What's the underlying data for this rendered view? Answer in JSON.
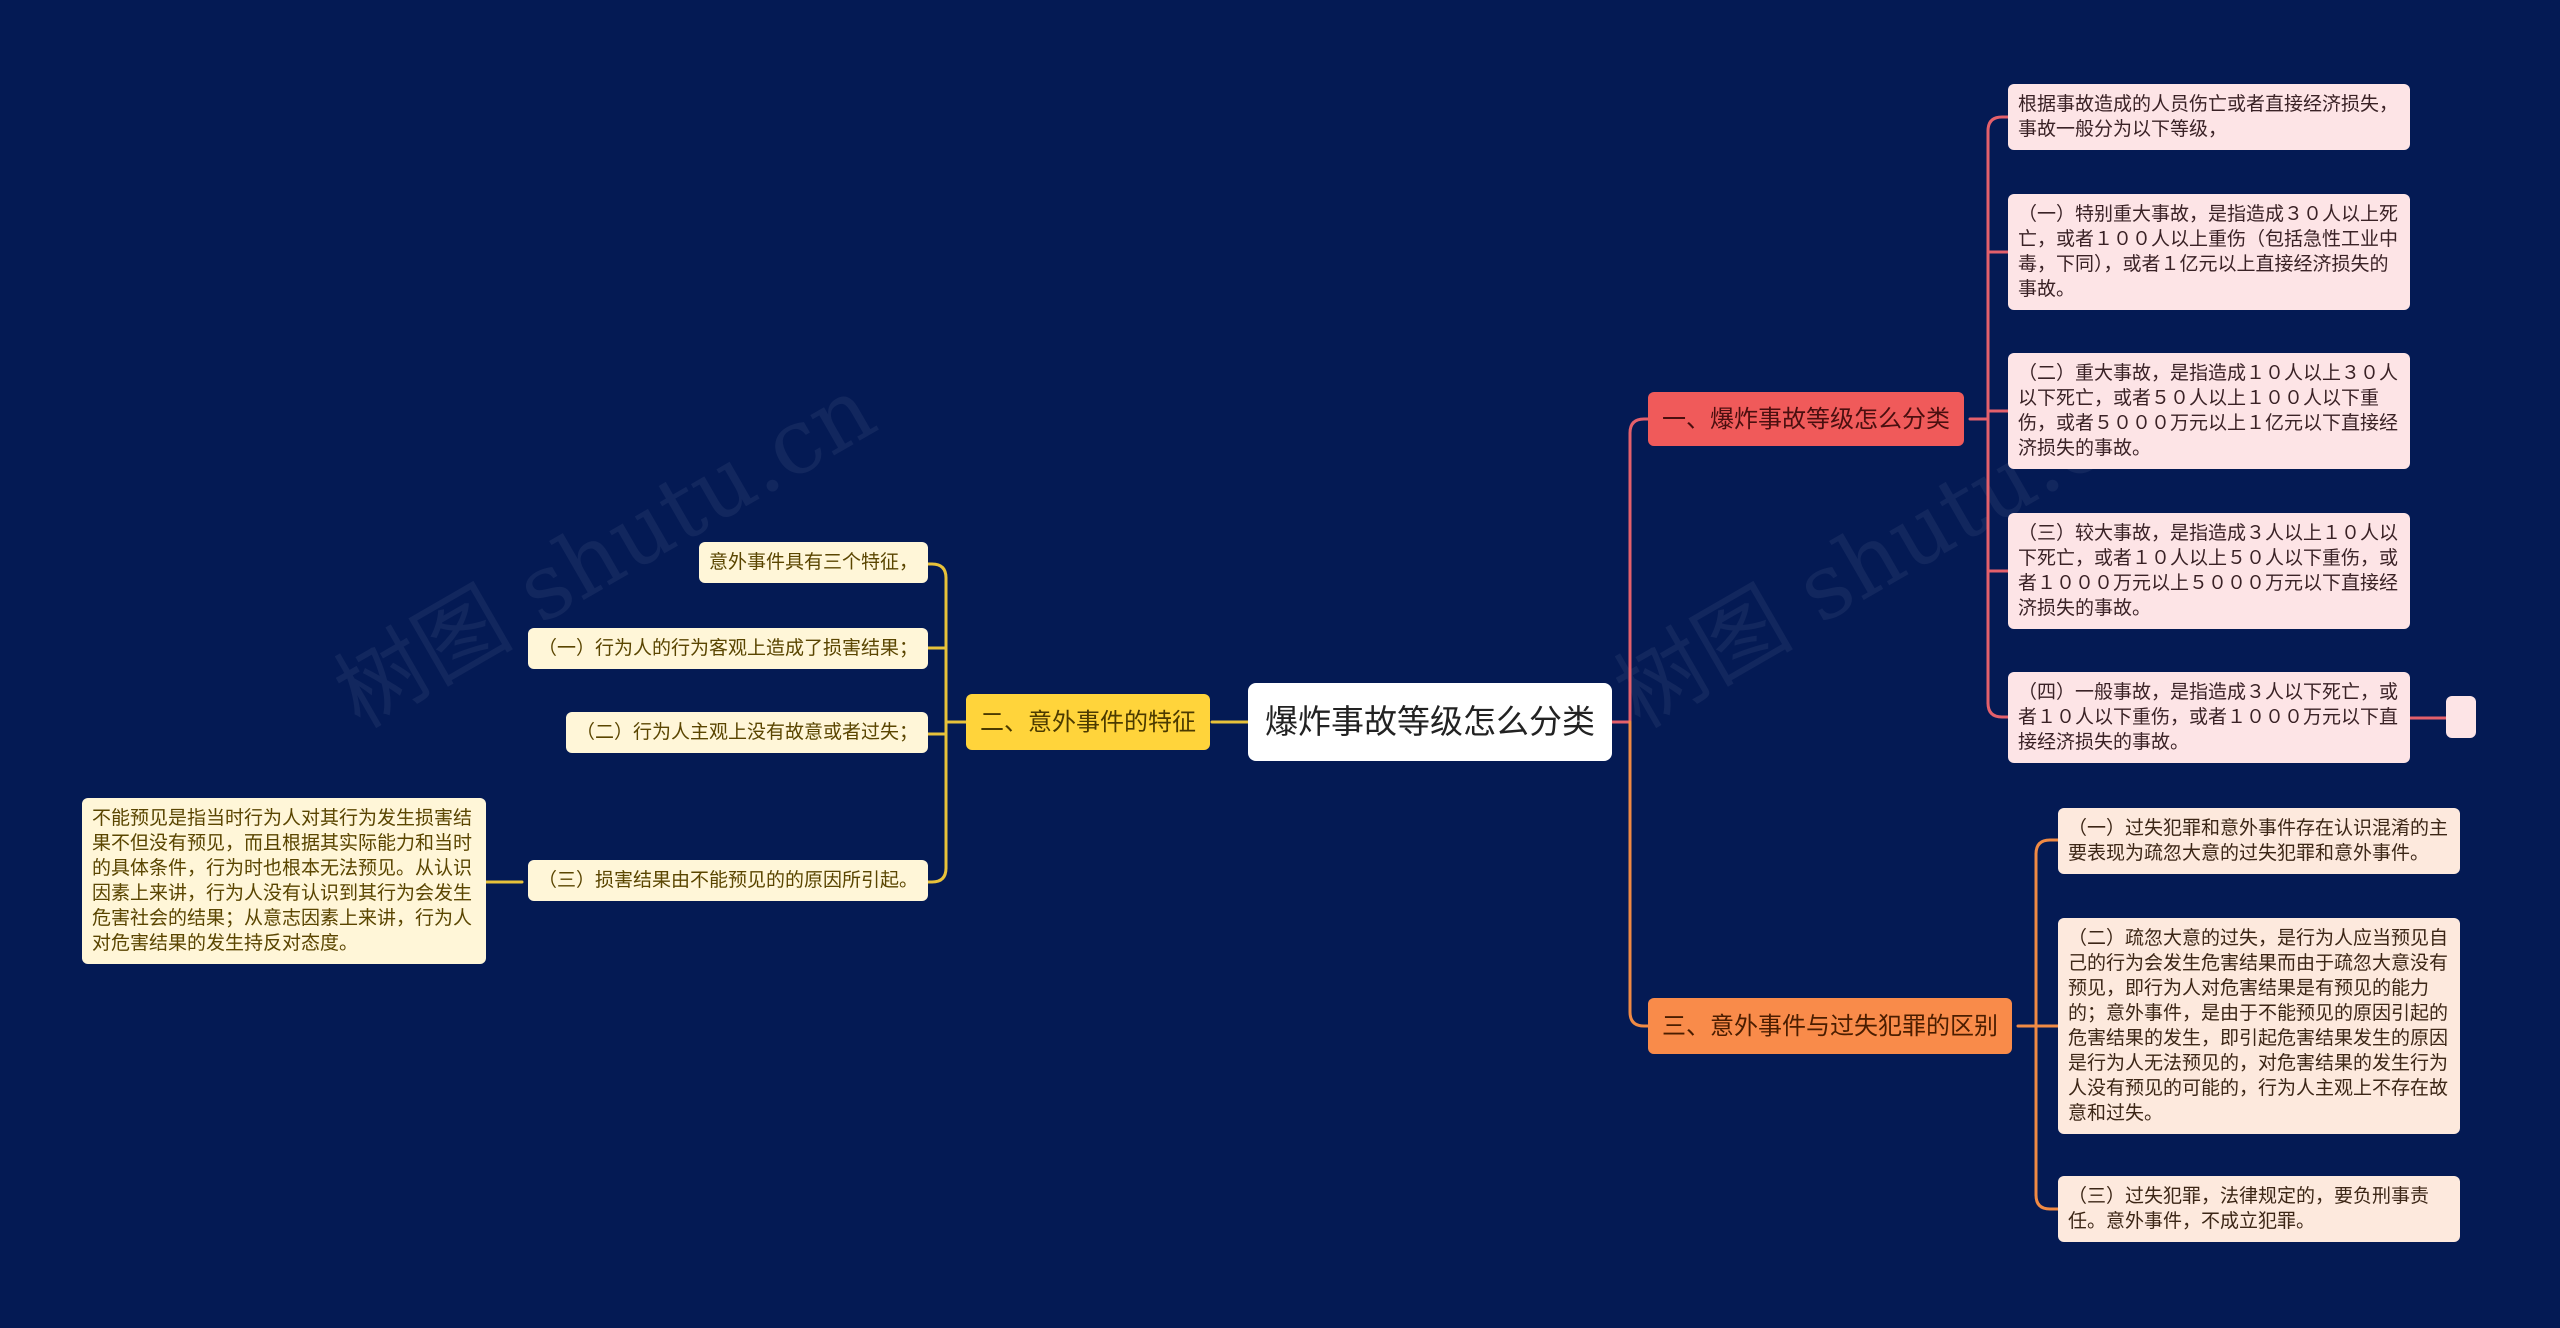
{
  "root": {
    "title": "爆炸事故等级怎么分类"
  },
  "branches": {
    "b1": {
      "title": "一、爆炸事故等级怎么分类",
      "items": [
        "根据事故造成的人员伤亡或者直接经济损失，事故一般分为以下等级，",
        "（一）特别重大事故，是指造成３０人以上死亡，或者１００人以上重伤（包括急性工业中毒，下同），或者１亿元以上直接经济损失的事故。",
        "（二）重大事故，是指造成１０人以上３０人以下死亡，或者５０人以上１００人以下重伤，或者５０００万元以上１亿元以下直接经济损失的事故。",
        "（三）较大事故，是指造成３人以上１０人以下死亡，或者１０人以上５０人以下重伤，或者１０００万元以上５０００万元以下直接经济损失的事故。",
        "（四）一般事故，是指造成３人以下死亡，或者１０人以下重伤，或者１０００万元以下直接经济损失的事故。"
      ],
      "extra": ""
    },
    "b2": {
      "title": "二、意外事件的特征",
      "items": [
        "意外事件具有三个特征，",
        "（一）行为人的行为客观上造成了损害结果；",
        "（二）行为人主观上没有故意或者过失；",
        "（三）损害结果由不能预见的的原因所引起。"
      ],
      "detail": "不能预见是指当时行为人对其行为发生损害结果不但没有预见，而且根据其实际能力和当时的具体条件，行为时也根本无法预见。从认识因素上来讲，行为人没有认识到其行为会发生危害社会的结果；从意志因素上来讲，行为人对危害结果的发生持反对态度。"
    },
    "b3": {
      "title": "三、意外事件与过失犯罪的区别",
      "items": [
        "（一）过失犯罪和意外事件存在认识混淆的主要表现为疏忽大意的过失犯罪和意外事件。",
        "（二）疏忽大意的过失，是行为人应当预见自己的行为会发生危害结果而由于疏忽大意没有预见，即行为人对危害结果是有预见的能力的；意外事件，是由于不能预见的原因引起的危害结果的发生，即引起危害结果发生的原因是行为人无法预见的，对危害结果的发生行为人没有预见的可能的，行为人主观上不存在故意和过失。",
        "（三）过失犯罪，法律规定的，要负刑事责任。意外事件，不成立犯罪。"
      ]
    }
  },
  "watermark": "树图 shutu.cn",
  "colors": {
    "background": "#041a54",
    "branch1": "#f05a5a",
    "branch2": "#ffd43b",
    "branch3": "#f98b4a",
    "line1": "#e4606b",
    "line2": "#e8c23a",
    "line3": "#f08a44"
  }
}
